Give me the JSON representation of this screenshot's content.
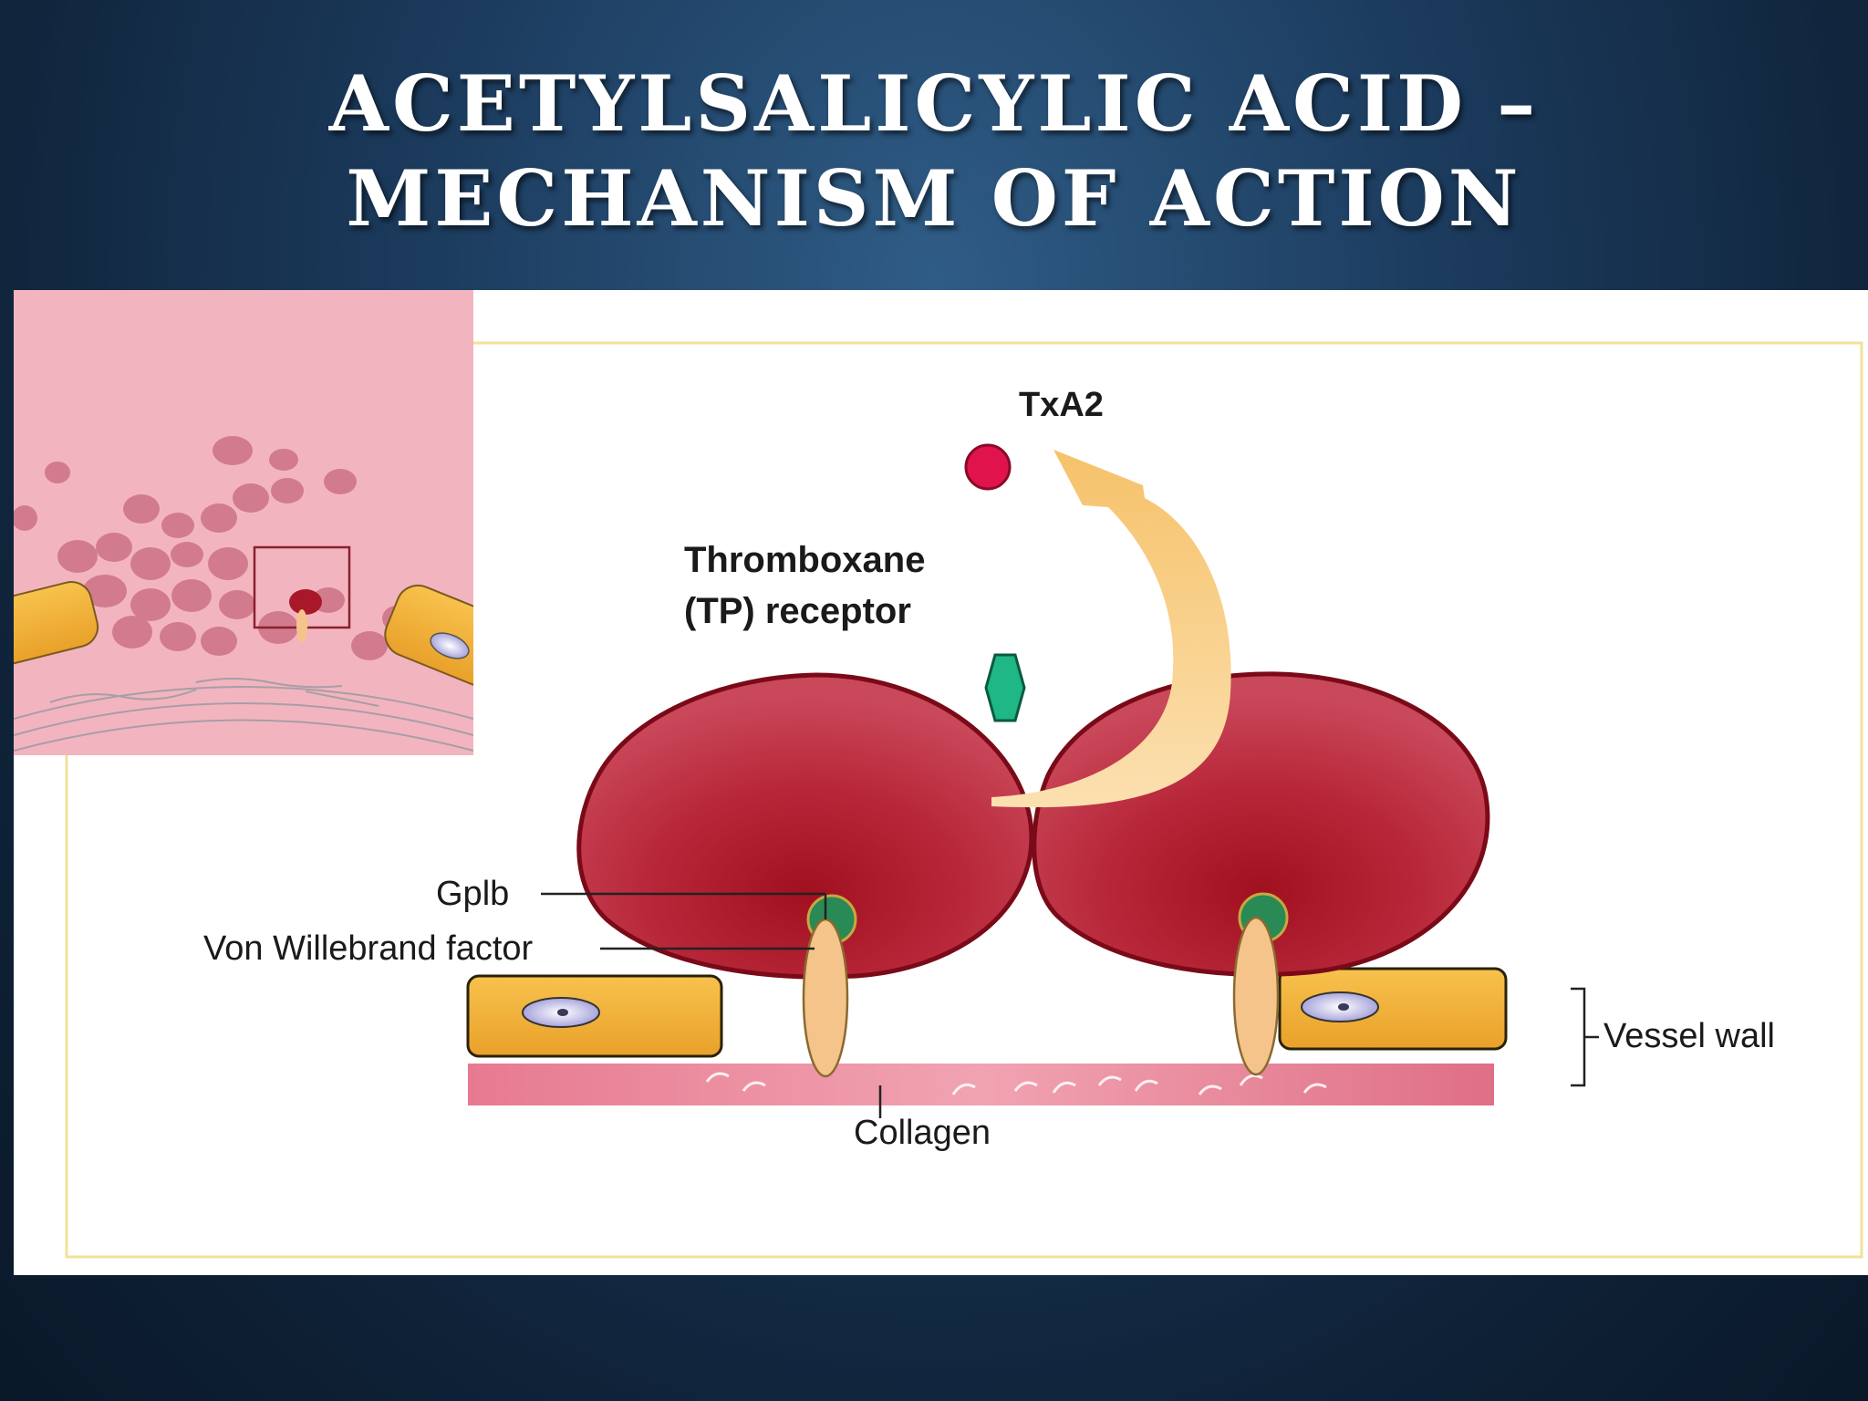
{
  "slide": {
    "title_line1": "ACETYLSALICYLIC ACID –",
    "title_line2": "MECHANISM OF ACTION"
  },
  "diagram": {
    "labels": {
      "txa2": "TxA2",
      "receptor_line1": "Thromboxane",
      "receptor_line2": "(TP) receptor",
      "gplb": "Gplb",
      "vwf": "Von Willebrand factor",
      "vessel_wall": "Vessel wall",
      "collagen": "Collagen"
    },
    "colors": {
      "platelet": "#a8182a",
      "platelet_outline": "#7a0a18",
      "txa2_dot": "#e0134d",
      "receptor": "#1fb785",
      "gplb": "#2a8a56",
      "vwf": "#f4c48a",
      "endothelial": "#f1b23c",
      "collagen": "#e27f92",
      "arrow": "#f8c775",
      "frame": "#f0e29a",
      "inset_bg": "#f2b5bf"
    }
  }
}
